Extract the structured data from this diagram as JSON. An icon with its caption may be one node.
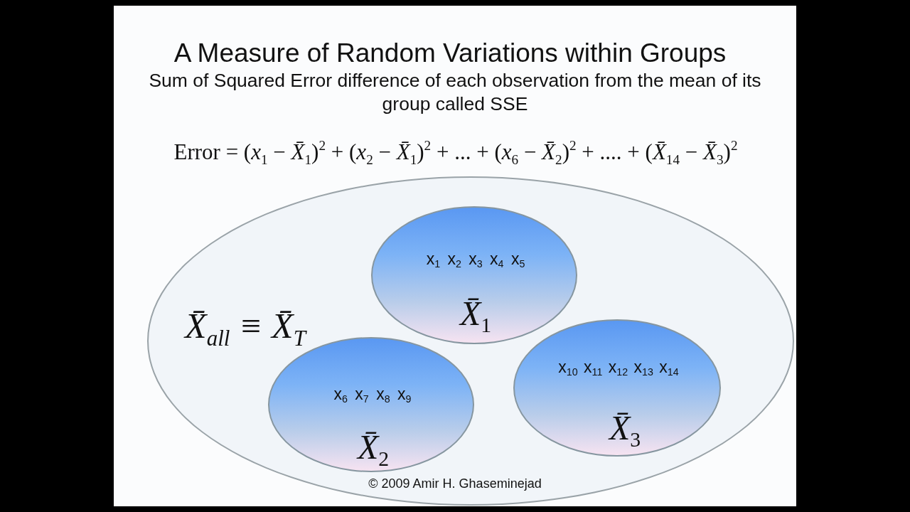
{
  "diagram": {
    "title": "A Measure of Random Variations within Groups",
    "nodes": [
      {
        "text": [
          "X̄$_{all}$ ≡ X̄$_{T}$"
        ]
      },
      {
        "text": [
          "x$_{1}$ x$_{2}$ x$_{3}$ x$_{4}$ x$_{5}$",
          "*X̄*$_{1}$"
        ],
        "in": 0
      },
      {
        "text": [
          "x$_{6}$ x$_{7}$ x$_{8}$ x$_{9}$",
          "*X̄*$_{2}$"
        ],
        "in": 0
      },
      {
        "text": [
          "x$_{10}$ x$_{11}$ x$_{12}$ x$_{13}$ x$_{14}$",
          "*X̄*$_{3}$"
        ],
        "in": 0
      }
    ],
    "labels": [
      "Sum of Squared Error difference of each observation from the mean of its group called SSE",
      "Error = (*x*$_{1}$ − *X̄*$_{1}$)$^{2}$ + (*x*$_{2}$ − *X̄*$_{1}$)$^{2}$ + ... + (*x*$_{6}$ − *X̄*$_{2}$)$^{2}$ + .... + (*X̄*$_{14}$ − *X̄*$_{3}$)$^{2}$",
      "© 2009 Amir H. Ghaseminejad"
    ]
  }
}
